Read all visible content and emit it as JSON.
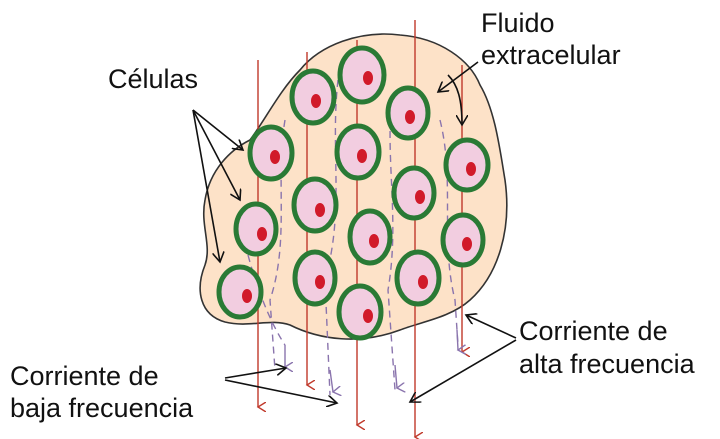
{
  "labels": {
    "cells": "Células",
    "fluid_line1": "Fluido",
    "fluid_line2": "extracelular",
    "high_line1": "Corriente de",
    "high_line2": "alta frecuencia",
    "low_line1": "Corriente de",
    "low_line2": "baja frecuencia"
  },
  "colors": {
    "tissue_fill": "#fde2c8",
    "tissue_outline": "#333333",
    "membrane": "#2a7a35",
    "cytoplasm": "#f2cde0",
    "nucleus": "#d11a2a",
    "high_freq_current": "#c0392b",
    "low_freq_current": "#8a74ad",
    "annotation_arrow": "#111111"
  },
  "legend_entities": [
    "cell",
    "membrane",
    "nucleus",
    "extracellular-fluid",
    "high-frequency-current",
    "low-frequency-current"
  ]
}
